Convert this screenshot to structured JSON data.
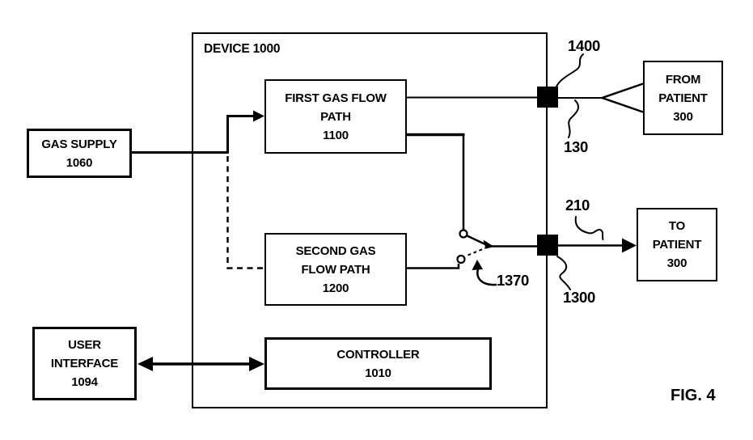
{
  "figure_label": "FIG. 4",
  "device": {
    "label": "DEVICE 1000"
  },
  "boxes": {
    "gas_supply": {
      "lines": [
        "GAS SUPPLY",
        "1060"
      ]
    },
    "first_gas_flow_path": {
      "lines": [
        "FIRST GAS FLOW",
        "PATH",
        "1100"
      ]
    },
    "second_gas_flow_path": {
      "lines": [
        "SECOND GAS",
        "FLOW PATH",
        "1200"
      ]
    },
    "controller": {
      "lines": [
        "CONTROLLER",
        "1010"
      ]
    },
    "user_interface": {
      "lines": [
        "USER",
        "INTERFACE",
        "1094"
      ]
    },
    "from_patient": {
      "lines": [
        "FROM",
        "PATIENT",
        "300"
      ]
    },
    "to_patient": {
      "lines": [
        "TO",
        "PATIENT",
        "300"
      ]
    }
  },
  "reference_numerals": {
    "junction_top": "1400",
    "from_patient_line": "130",
    "to_patient_line": "210",
    "junction_bottom": "1300",
    "switch": "1370"
  },
  "colors": {
    "line": "#000000",
    "background": "#ffffff"
  }
}
